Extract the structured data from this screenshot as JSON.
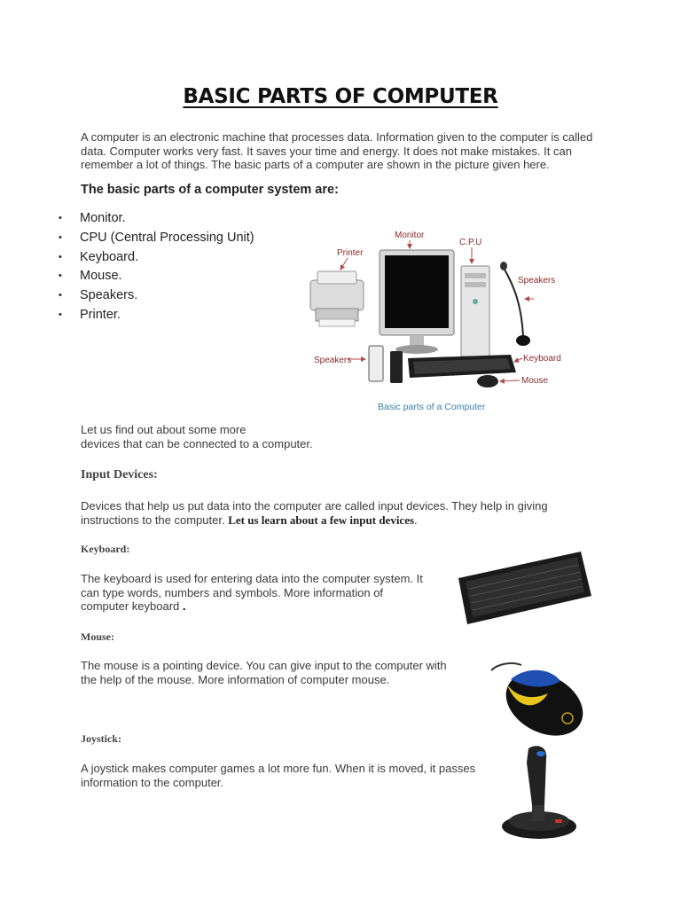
{
  "title": "BASIC PARTS OF COMPUTER",
  "intro": {
    "line1": "A computer is an electronic machine that processes data. Information given to the computer is called",
    "line2": "data. Computer works very fast. It saves your time and energy. It does not make mistakes. It can",
    "line3": "remember a lot of things. The basic parts of a computer are shown in the picture given here."
  },
  "parts_heading": "The basic parts of a computer system are:",
  "parts_list": [
    "Monitor.",
    "CPU (Central Processing Unit)",
    "Keyboard.",
    "Mouse.",
    "Speakers.",
    "Printer."
  ],
  "figure": {
    "labels": {
      "monitor": "Monitor",
      "cpu": "C.P.U",
      "printer": "Printer",
      "speakers_right": "Speakers",
      "speakers_left": "Speakers",
      "keyboard": "Keyboard",
      "mouse": "Mouse"
    },
    "caption": "Basic parts of a Computer"
  },
  "more": {
    "line1": "Let us find out about some more",
    "line2": "devices that can be connected to a computer."
  },
  "input_devices": {
    "heading": "Input Devices:",
    "line1": "Devices that help us put data into the computer are called input devices. They help in giving",
    "line2_plain": "instructions to the computer.",
    "line2_bold": "Let us learn about a few input devices",
    "line2_end": "."
  },
  "keyboard": {
    "heading": "Keyboard:",
    "line1": "The keyboard is used for entering data into the computer system. It",
    "line2": "can type words, numbers and symbols.  More information of",
    "line3": "computer keyboard",
    "line3_end": "."
  },
  "mouse": {
    "heading": "Mouse:",
    "line1": "The mouse is a pointing device. You can give input to the computer with",
    "line2": "the help of the mouse. More information of computer mouse."
  },
  "joystick": {
    "heading": "Joystick:",
    "line1": "A joystick makes computer games a lot more fun. When it is moved, it passes",
    "line2": "information to the computer."
  }
}
